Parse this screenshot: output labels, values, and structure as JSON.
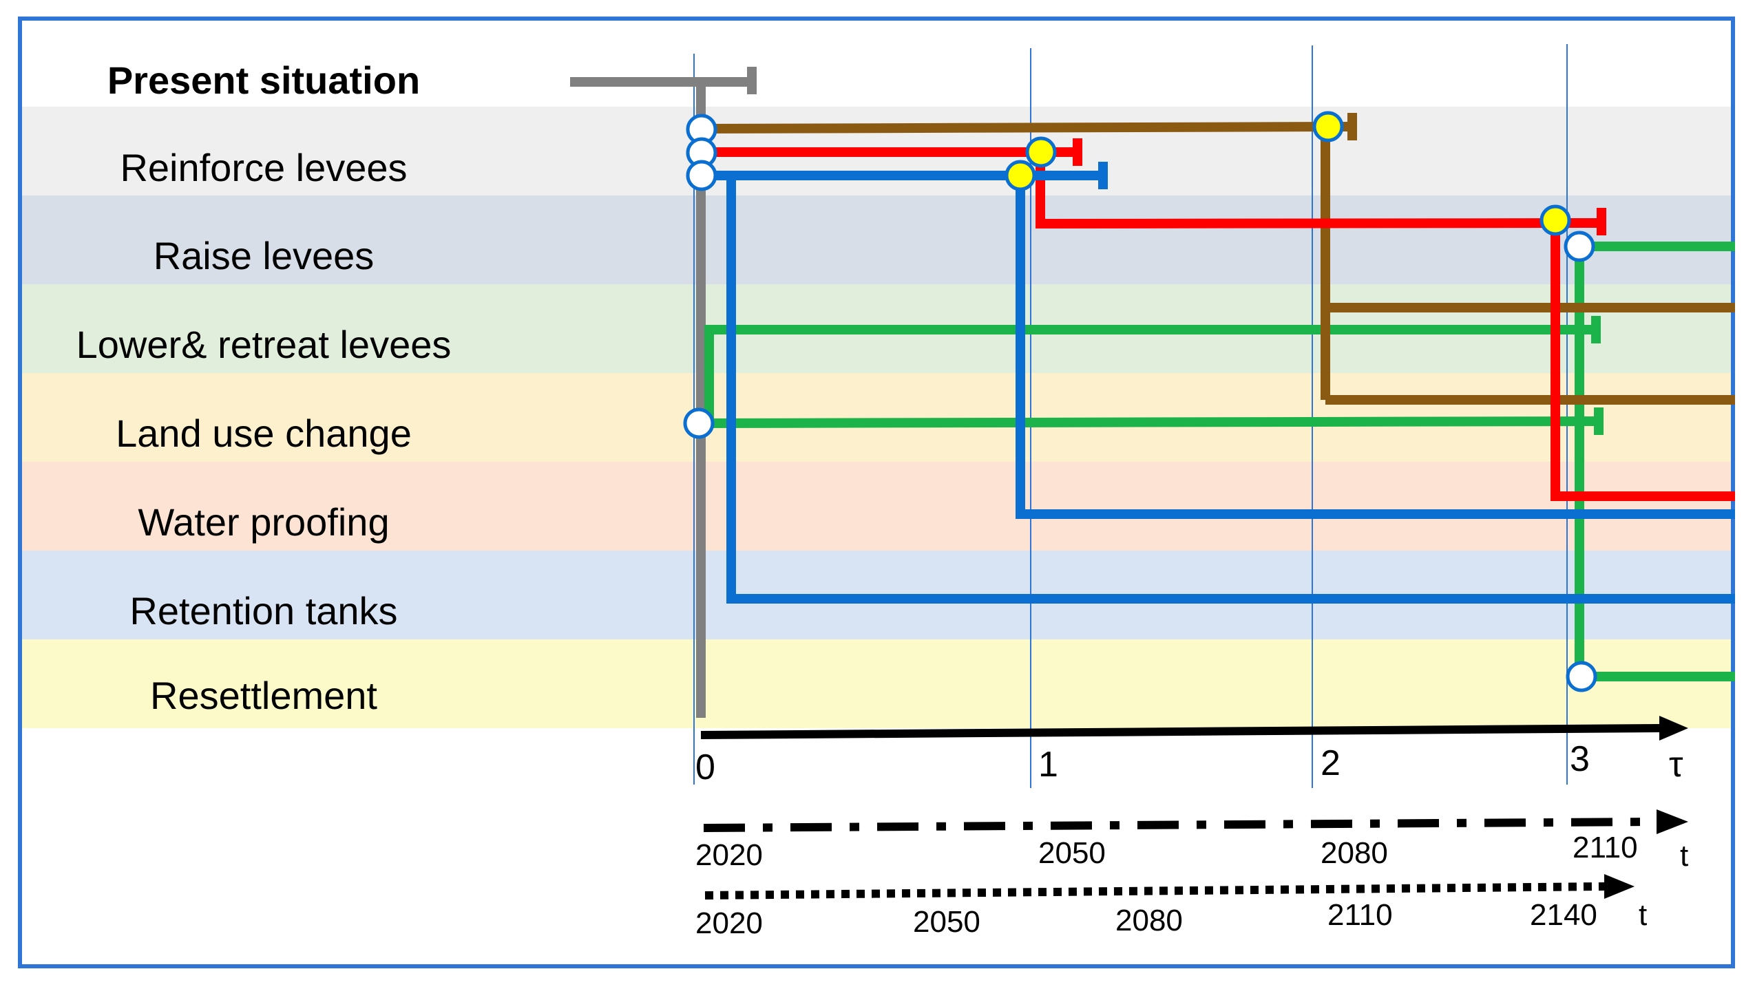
{
  "rows": [
    {
      "label": "Present situation",
      "bold": true,
      "color": "#ffffff"
    },
    {
      "label": "Reinforce levees",
      "bold": false,
      "color": "#efefef"
    },
    {
      "label": "Raise levees",
      "bold": false,
      "color": "#d7dee8"
    },
    {
      "label": "Lower& retreat levees",
      "bold": false,
      "color": "#e0eedb"
    },
    {
      "label": "Land use change",
      "bold": false,
      "color": "#fdf0cc"
    },
    {
      "label": "Water proofing",
      "bold": false,
      "color": "#fde3d3"
    },
    {
      "label": "Retention tanks",
      "bold": false,
      "color": "#d8e3f4"
    },
    {
      "label": "Resettlement",
      "bold": false,
      "color": "#fdfac9"
    }
  ],
  "tau_axis": {
    "ticks": [
      "0",
      "1",
      "2",
      "3"
    ],
    "symbol": "τ"
  },
  "time_axis_1": {
    "ticks": [
      "2020",
      "2050",
      "2080",
      "2110"
    ],
    "symbol": "t"
  },
  "time_axis_2": {
    "ticks": [
      "2020",
      "2050",
      "2080",
      "2110",
      "2140"
    ],
    "symbol": "t"
  },
  "colors": {
    "frame": "#2e75d6",
    "gray": "#808080",
    "brown": "#8a5a12",
    "red": "#ff0000",
    "blue": "#0b6fd1",
    "green": "#1db34b",
    "node_open": "#ffffff",
    "node_tip": "#ffff00"
  }
}
